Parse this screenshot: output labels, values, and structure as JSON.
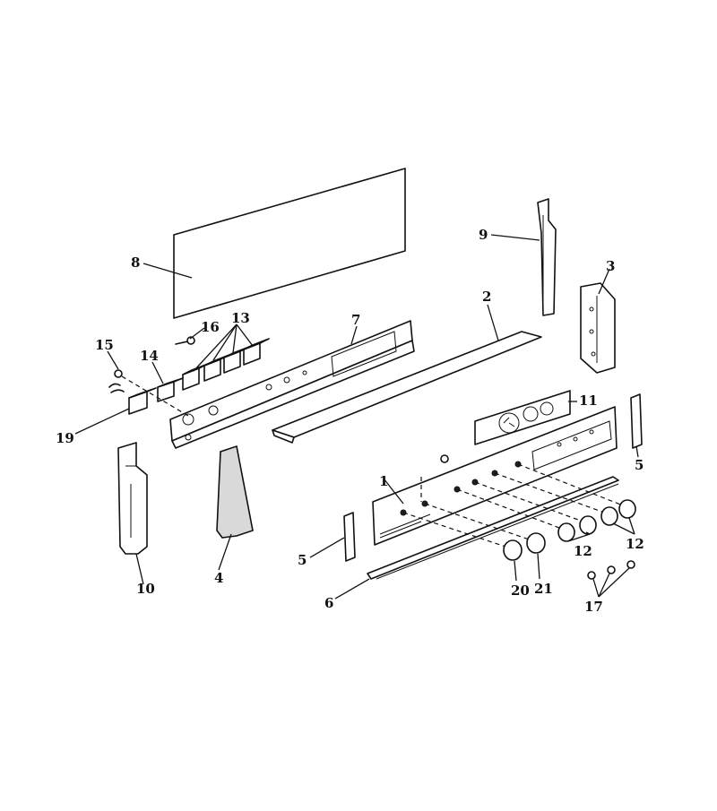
{
  "callouts": [
    "1",
    "2",
    "3",
    "4",
    "5",
    "5",
    "6",
    "7",
    "8",
    "9",
    "10",
    "11",
    "12",
    "12",
    "13",
    "14",
    "15",
    "16",
    "17",
    "19",
    "20",
    "21"
  ]
}
